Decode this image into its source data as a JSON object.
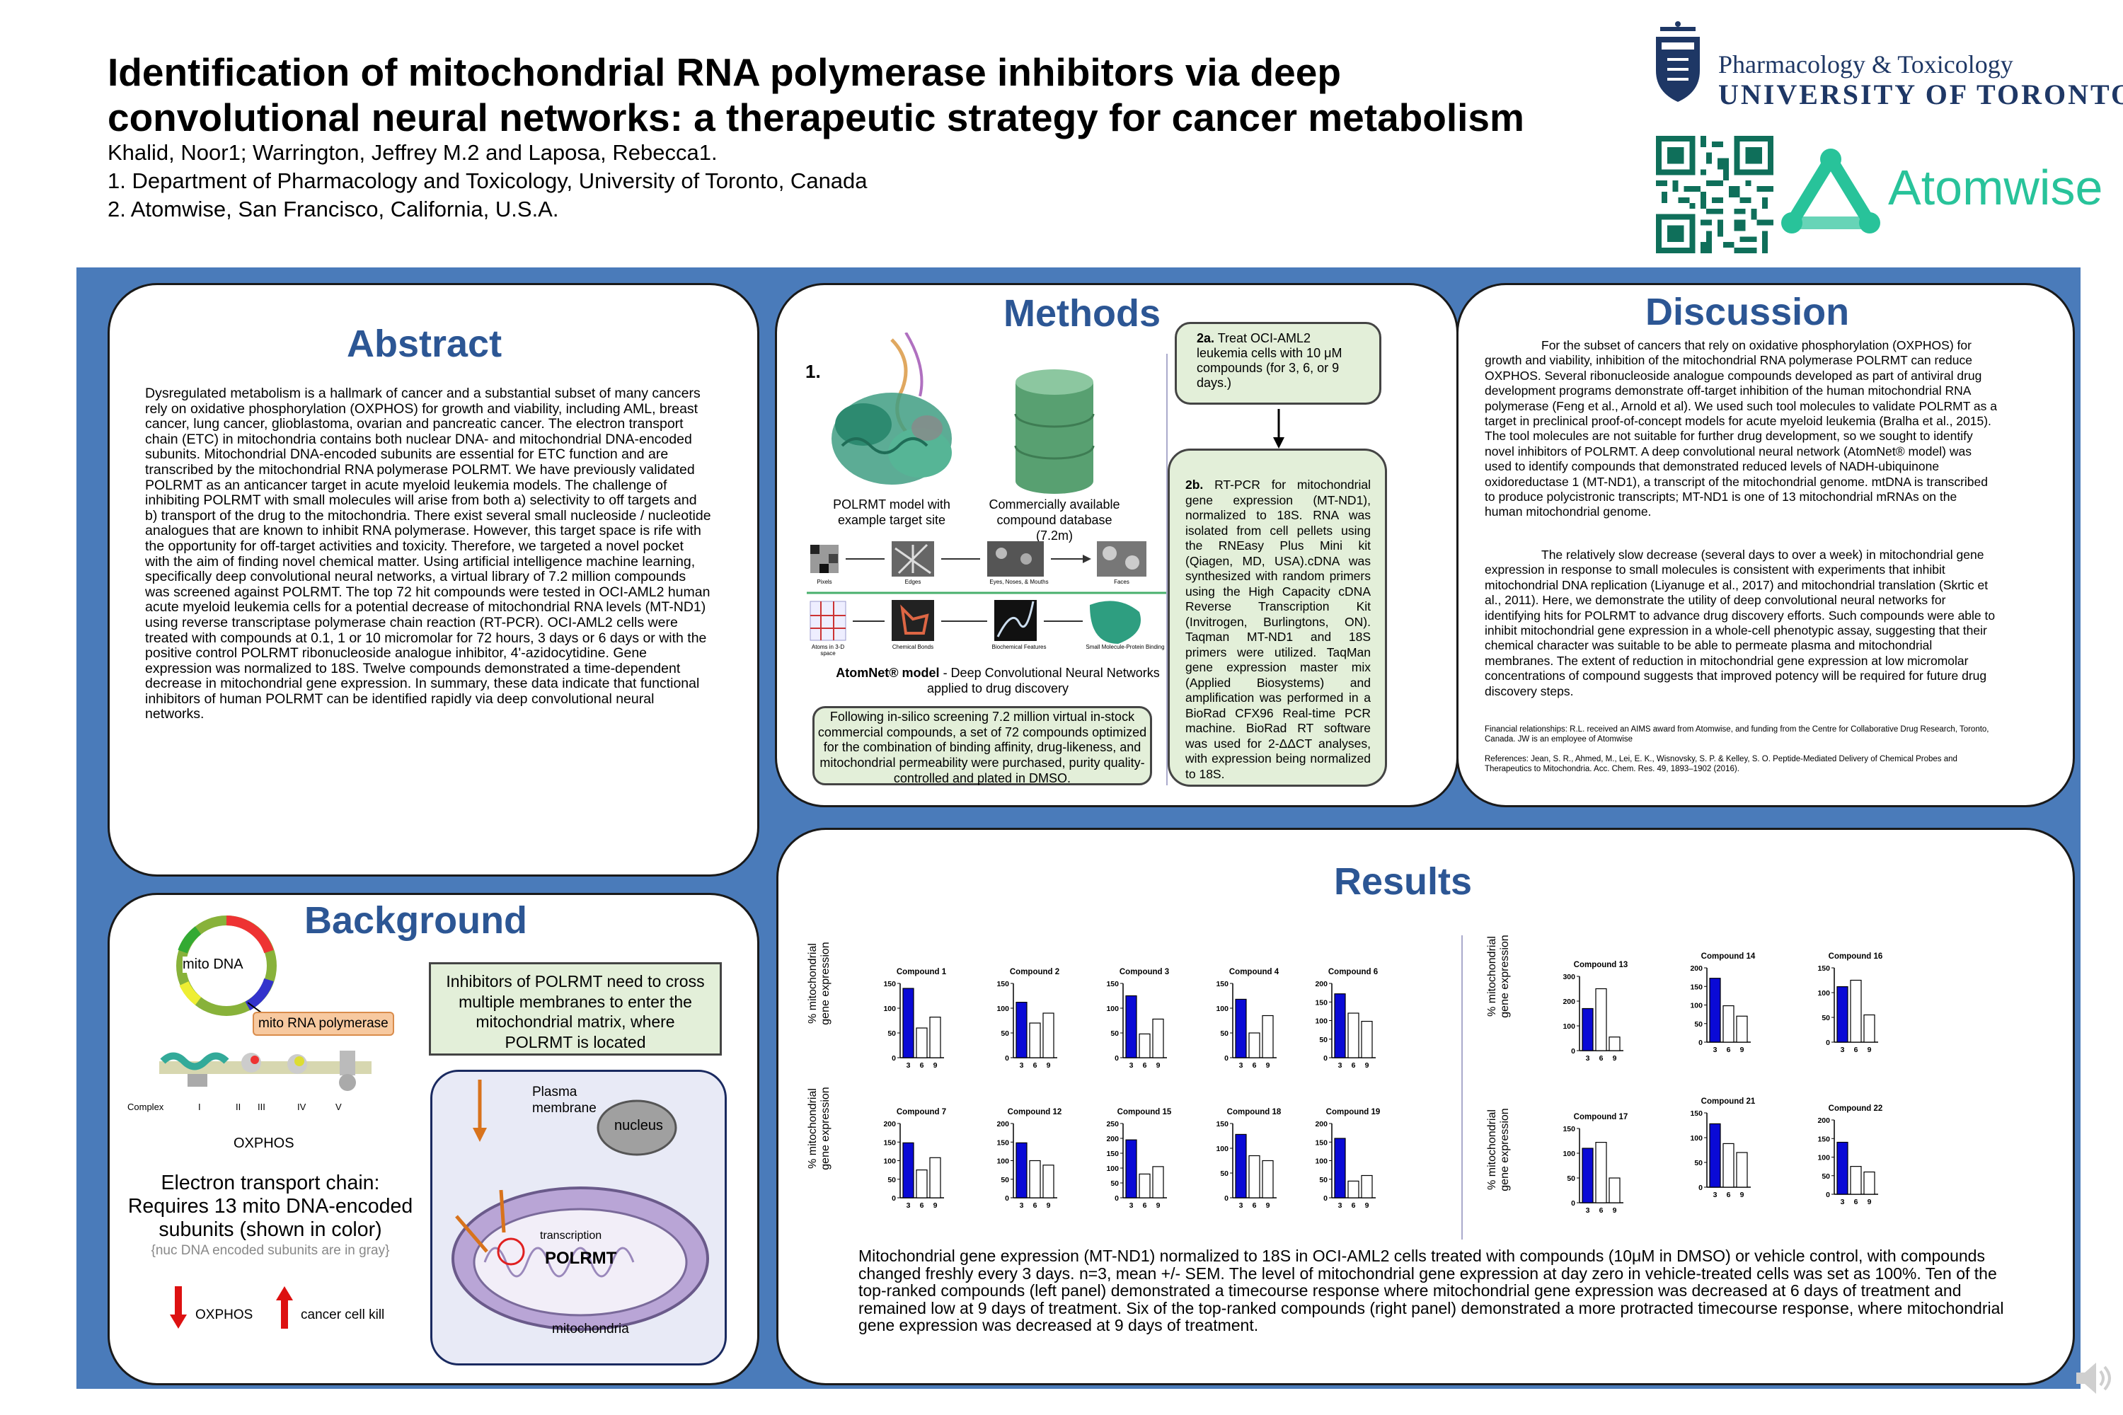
{
  "header": {
    "title_line1": "Identification of mitochondrial RNA polymerase inhibitors via deep",
    "title_line2": "convolutional neural networks: a therapeutic strategy for cancer metabolism",
    "authors": "Khalid, Noor1; Warrington, Jeffrey M.2 and Laposa, Rebecca1.",
    "affil1": "1. Department of Pharmacology and Toxicology, University of Toronto, Canada",
    "affil2": "2. Atomwise, San Francisco, California, U.S.A.",
    "uoft_dept": "Pharmacology & Toxicology",
    "uoft_name": "UNIVERSITY OF TORONTO",
    "atomwise": "Atomwise"
  },
  "abstract": {
    "heading": "Abstract",
    "text": "Dysregulated metabolism is a hallmark of cancer and a substantial subset of many cancers rely on oxidative phosphorylation (OXPHOS) for growth and viability, including AML, breast cancer, lung cancer, glioblastoma, ovarian and pancreatic cancer. The electron transport chain (ETC) in mitochondria contains both nuclear DNA- and mitochondrial DNA-encoded subunits. Mitochondrial DNA-encoded subunits are essential for ETC function and are transcribed by the mitochondrial RNA polymerase POLRMT. We have previously validated POLRMT as an anticancer target in acute myeloid leukemia models.  The challenge of inhibiting POLRMT with small molecules will arise from both a) selectivity to off targets and b) transport of the drug to the mitochondria. There exist several small nucleoside / nucleotide analogues that are known to inhibit RNA polymerase. However, this target space is rife with the opportunity for off-target activities and toxicity. Therefore, we targeted a novel pocket with the aim of finding novel chemical matter. Using artificial intelligence machine learning, specifically deep convolutional neural networks, a virtual library of 7.2 million compounds was screened against POLRMT. The top 72 hit compounds were tested in OCI-AML2 human acute myeloid leukemia cells for a potential decrease of mitochondrial RNA levels (MT-ND1) using reverse transcriptase polymerase chain reaction (RT-PCR). OCI-AML2 cells were treated with compounds at 0.1, 1 or 10 micromolar for 72 hours, 3 days or 6 days or with the positive control POLRMT ribonucleoside analogue inhibitor, 4'-azidocytidine. Gene expression was normalized to 18S. Twelve compounds demonstrated a time-dependent decrease in mitochondrial gene expression. In summary, these data indicate that functional inhibitors of human POLRMT can be identified rapidly via deep convolutional neural networks."
  },
  "methods": {
    "heading": "Methods",
    "step1": "1.",
    "cap_polrmt": "POLRMT model with example target site",
    "cap_db": "Commercially available compound database (7.2m)",
    "feature_labels": [
      "Pixels",
      "Edges",
      "Eyes, Noses, & Mouths",
      "Faces",
      "Atoms in 3-D space",
      "Chemical Bonds",
      "Biochemical Features",
      "Small Molecule-Protein Binding"
    ],
    "atomnet_bold": "AtomNet® model",
    "atomnet_rest": "  - Deep Convolutional Neural Networks applied to drug discovery",
    "screen_box": "Following in-silico screening 7.2 million virtual in-stock commercial compounds, a set of 72 compounds optimized for the combination of binding affinity, drug-likeness, and mitochondrial permeability were purchased, purity quality-controlled and plated in DMSO.",
    "box2a_bold": "2a.",
    "box2a_text": " Treat OCI-AML2 leukemia cells with 10 μM compounds (for 3, 6,  or 9 days.)",
    "box2b_bold": "2b.",
    "box2b_text": " RT-PCR for mitochondrial gene expression (MT-ND1), normalized to 18S. RNA was isolated from cell pellets using the RNEasy Plus Mini kit (Qiagen, MD, USA).cDNA was synthesized with random primers using the High Capacity cDNA Reverse Transcription Kit (Invitrogen, Burlingtons, ON). Taqman MT-ND1 and 18S primers were utilized. TaqMan gene expression master mix (Applied Biosystems) and amplification was performed in a BioRad CFX96 Real-time PCR machine. BioRad RT software was used for 2-ΔΔCT analyses, with expression being normalized to 18S."
  },
  "discussion": {
    "heading": "Discussion",
    "p1": "For the subset of cancers that rely on oxidative phosphorylation (OXPHOS) for growth and viability, inhibition of the mitochondrial RNA polymerase POLRMT can reduce OXPHOS.  Several ribonucleoside analogue compounds developed as part of antiviral drug development programs demonstrate off-target inhibition of the human mitochondrial RNA polymerase (Feng et al., Arnold et al). We used such tool molecules to validate POLRMT as a target in preclinical proof-of-concept models for acute myeloid leukemia (Bralha et al., 2015). The tool molecules are not suitable for further drug development, so we sought to identify novel inhibitors of POLRMT. A deep convolutional neural network (AtomNet® model) was used to identify compounds that demonstrated reduced levels of NADH-ubiquinone oxidoreductase 1 (MT-ND1), a transcript of the mitochondrial genome.  mtDNA is transcribed to produce polycistronic transcripts; MT-ND1 is one of 13 mitochondrial mRNAs on the human mitochondrial genome.",
    "p2": "The relatively slow decrease (several days to over a week) in mitochondrial gene expression in response to small molecules is consistent with experiments that inhibit mitochondrial DNA replication (Liyanuge et al., 2017) and mitochondrial translation (Skrtic et al., 2011). Here, we demonstrate the utility of deep convolutional neural networks for identifying hits for POLRMT to advance drug discovery efforts. Such compounds were able to inhibit mitochondrial gene expression in a whole-cell phenotypic assay, suggesting that their chemical character was suitable to be able to permeate plasma and mitochondrial membranes. The extent of reduction in mitochondrial gene expression at low micromolar concentrations of compound suggests that improved potency will be required for future drug discovery steps.",
    "financial": "Financial relationships: R.L. received an AIMS award from Atomwise, and funding from the Centre for Collaborative Drug Research, Toronto, Canada. JW is an employee of Atomwise",
    "references": "References: Jean, S. R., Ahmed, M., Lei, E. K., Wisnovsky, S. P. & Kelley, S. O. Peptide-Mediated Delivery of Chemical Probes and Therapeutics to Mitochondria. Acc. Chem. Res. 49, 1893–1902 (2016)."
  },
  "background": {
    "heading": "Background",
    "mito_dna": "mito DNA",
    "mito_rna_pol": "mito RNA polymerase",
    "complex": "Complex",
    "complex_numerals": [
      "I",
      "II",
      "III",
      "IV",
      "V"
    ],
    "oxphos": "OXPHOS",
    "etc_text1": "Electron transport chain:",
    "etc_text2": "Requires 13 mito DNA-encoded",
    "etc_text3": "subunits (shown in color)",
    "etc_note": "{nuc DNA encoded subunits are in gray}",
    "legend_down": "OXPHOS",
    "legend_up": "cancer cell kill",
    "inhibit_box": "Inhibitors of POLRMT need to cross multiple membranes to enter the mitochondrial matrix, where POLRMT is located",
    "plasma": "Plasma membrane",
    "nucleus": "nucleus",
    "transcription": "transcription",
    "polrmt": "POLRMT",
    "mitochondria": "mitochondria"
  },
  "results": {
    "heading": "Results",
    "ylabel_line1": "% mitochondrial",
    "ylabel_line2": "gene expression",
    "caption": "Mitochondrial gene expression (MT-ND1) normalized to 18S in OCI-AML2 cells treated with compounds (10μM in DMSO) or vehicle control, with compounds changed freshly every 3 days. n=3, mean +/- SEM. The level of mitochondrial gene expression at day zero in vehicle-treated cells was set as 100%. Ten of the top-ranked compounds (left panel) demonstrated a timecourse response where mitochondrial gene expression was decreased at 6 days of treatment and remained low at 9 days of treatment. Six of the top-ranked compounds (right panel) demonstrated a more protracted timecourse response, where mitochondrial gene expression was decreased at 9 days of treatment."
  },
  "chart_data": [
    {
      "type": "bar",
      "title": "Compound 1",
      "categories": [
        "3",
        "6",
        "9"
      ],
      "values": [
        140,
        60,
        82
      ],
      "ylim": [
        0,
        150
      ],
      "yticks": [
        0,
        50,
        100,
        150
      ],
      "colors": [
        "#0a0ad6",
        "#ffffff",
        "#ffffff"
      ]
    },
    {
      "type": "bar",
      "title": "Compound 2",
      "categories": [
        "3",
        "6",
        "9"
      ],
      "values": [
        112,
        70,
        90
      ],
      "ylim": [
        0,
        150
      ],
      "yticks": [
        0,
        50,
        100,
        150
      ],
      "colors": [
        "#0a0ad6",
        "#ffffff",
        "#ffffff"
      ]
    },
    {
      "type": "bar",
      "title": "Compound 3",
      "categories": [
        "3",
        "6",
        "9"
      ],
      "values": [
        125,
        48,
        78
      ],
      "ylim": [
        0,
        150
      ],
      "yticks": [
        0,
        50,
        100,
        150
      ],
      "colors": [
        "#0a0ad6",
        "#ffffff",
        "#ffffff"
      ]
    },
    {
      "type": "bar",
      "title": "Compound 4",
      "categories": [
        "3",
        "6",
        "9"
      ],
      "values": [
        118,
        50,
        85
      ],
      "ylim": [
        0,
        150
      ],
      "yticks": [
        0,
        50,
        100,
        150
      ],
      "colors": [
        "#0a0ad6",
        "#ffffff",
        "#ffffff"
      ]
    },
    {
      "type": "bar",
      "title": "Compound 6",
      "categories": [
        "3",
        "6",
        "9"
      ],
      "values": [
        172,
        120,
        98
      ],
      "ylim": [
        0,
        200
      ],
      "yticks": [
        0,
        50,
        100,
        150,
        200
      ],
      "colors": [
        "#0a0ad6",
        "#ffffff",
        "#ffffff"
      ]
    },
    {
      "type": "bar",
      "title": "Compound 7",
      "categories": [
        "3",
        "6",
        "9"
      ],
      "values": [
        148,
        75,
        108
      ],
      "ylim": [
        0,
        200
      ],
      "yticks": [
        0,
        50,
        100,
        150,
        200
      ],
      "colors": [
        "#0a0ad6",
        "#ffffff",
        "#ffffff"
      ]
    },
    {
      "type": "bar",
      "title": "Compound 12",
      "categories": [
        "3",
        "6",
        "9"
      ],
      "values": [
        148,
        100,
        88
      ],
      "ylim": [
        0,
        200
      ],
      "yticks": [
        0,
        50,
        100,
        150,
        200
      ],
      "colors": [
        "#0a0ad6",
        "#ffffff",
        "#ffffff"
      ]
    },
    {
      "type": "bar",
      "title": "Compound 15",
      "categories": [
        "3",
        "6",
        "9"
      ],
      "values": [
        195,
        80,
        105
      ],
      "ylim": [
        0,
        250
      ],
      "yticks": [
        0,
        50,
        100,
        150,
        200,
        250
      ],
      "colors": [
        "#0a0ad6",
        "#ffffff",
        "#ffffff"
      ]
    },
    {
      "type": "bar",
      "title": "Compound 18",
      "categories": [
        "3",
        "6",
        "9"
      ],
      "values": [
        128,
        85,
        75
      ],
      "ylim": [
        0,
        150
      ],
      "yticks": [
        0,
        50,
        100,
        150
      ],
      "colors": [
        "#0a0ad6",
        "#ffffff",
        "#ffffff"
      ]
    },
    {
      "type": "bar",
      "title": "Compound 19",
      "categories": [
        "3",
        "6",
        "9"
      ],
      "values": [
        160,
        45,
        60
      ],
      "ylim": [
        0,
        200
      ],
      "yticks": [
        0,
        50,
        100,
        150,
        200
      ],
      "colors": [
        "#0a0ad6",
        "#ffffff",
        "#ffffff"
      ]
    },
    {
      "type": "bar",
      "title": "Compound 13",
      "categories": [
        "3",
        "6",
        "9"
      ],
      "values": [
        170,
        250,
        55
      ],
      "ylim": [
        0,
        300
      ],
      "yticks": [
        0,
        100,
        200,
        300
      ],
      "colors": [
        "#0a0ad6",
        "#ffffff",
        "#ffffff"
      ]
    },
    {
      "type": "bar",
      "title": "Compound 14",
      "categories": [
        "3",
        "6",
        "9"
      ],
      "values": [
        172,
        98,
        70
      ],
      "ylim": [
        0,
        200
      ],
      "yticks": [
        0,
        50,
        100,
        150,
        200
      ],
      "colors": [
        "#0a0ad6",
        "#ffffff",
        "#ffffff"
      ]
    },
    {
      "type": "bar",
      "title": "Compound 16",
      "categories": [
        "3",
        "6",
        "9"
      ],
      "values": [
        112,
        125,
        55
      ],
      "ylim": [
        0,
        150
      ],
      "yticks": [
        0,
        50,
        100,
        150
      ],
      "colors": [
        "#0a0ad6",
        "#ffffff",
        "#ffffff"
      ]
    },
    {
      "type": "bar",
      "title": "Compound 17",
      "categories": [
        "3",
        "6",
        "9"
      ],
      "values": [
        110,
        122,
        50
      ],
      "ylim": [
        0,
        150
      ],
      "yticks": [
        0,
        50,
        100,
        150
      ],
      "colors": [
        "#0a0ad6",
        "#ffffff",
        "#ffffff"
      ]
    },
    {
      "type": "bar",
      "title": "Compound 21",
      "categories": [
        "3",
        "6",
        "9"
      ],
      "values": [
        128,
        88,
        70
      ],
      "ylim": [
        0,
        150
      ],
      "yticks": [
        0,
        50,
        100,
        150
      ],
      "colors": [
        "#0a0ad6",
        "#ffffff",
        "#ffffff"
      ]
    },
    {
      "type": "bar",
      "title": "Compound 22",
      "categories": [
        "3",
        "6",
        "9"
      ],
      "values": [
        140,
        75,
        60
      ],
      "ylim": [
        0,
        200
      ],
      "yticks": [
        0,
        50,
        100,
        150,
        200
      ],
      "colors": [
        "#0a0ad6",
        "#ffffff",
        "#ffffff"
      ]
    }
  ]
}
